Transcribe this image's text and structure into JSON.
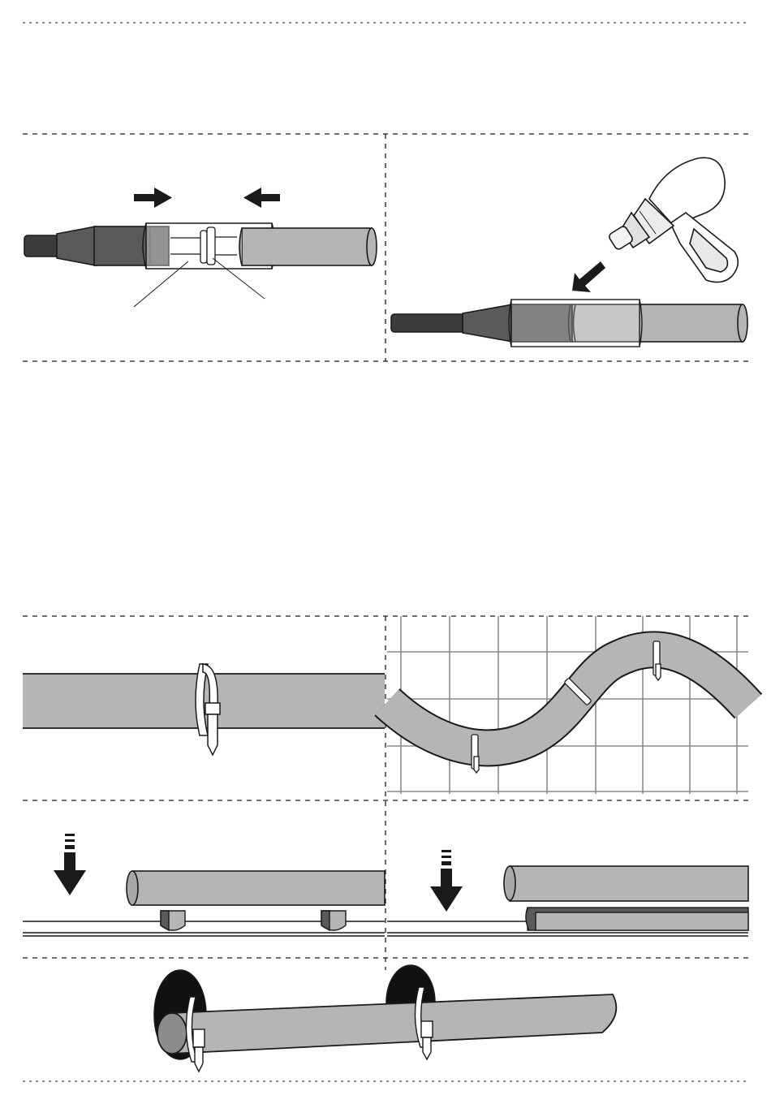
{
  "colors": {
    "line": "#1a1a1a",
    "cable_dark": "#5a5a5a",
    "cable_light": "#b5b5b5",
    "sleeve": "#ffffff",
    "grid": "#8a8a8a",
    "mount_black": "#111111"
  },
  "panels": [
    {
      "id": "cable-joint-assembly",
      "icons": [
        "arrow-right-icon",
        "arrow-left-icon"
      ]
    },
    {
      "id": "heat-shrink-sleeve",
      "icons": [
        "heat-gun-icon",
        "arrow-down-left-icon"
      ]
    },
    {
      "id": "cable-tie-straight",
      "icons": [
        "cable-tie-icon"
      ]
    },
    {
      "id": "cable-on-mesh",
      "icons": [
        "cable-tie-icon"
      ]
    },
    {
      "id": "cable-on-clips",
      "icons": [
        "arrow-down-icon"
      ]
    },
    {
      "id": "cable-in-channel",
      "icons": [
        "arrow-down-icon"
      ]
    },
    {
      "id": "cable-on-pipe-mounts",
      "icons": [
        "cable-tie-icon"
      ]
    }
  ]
}
